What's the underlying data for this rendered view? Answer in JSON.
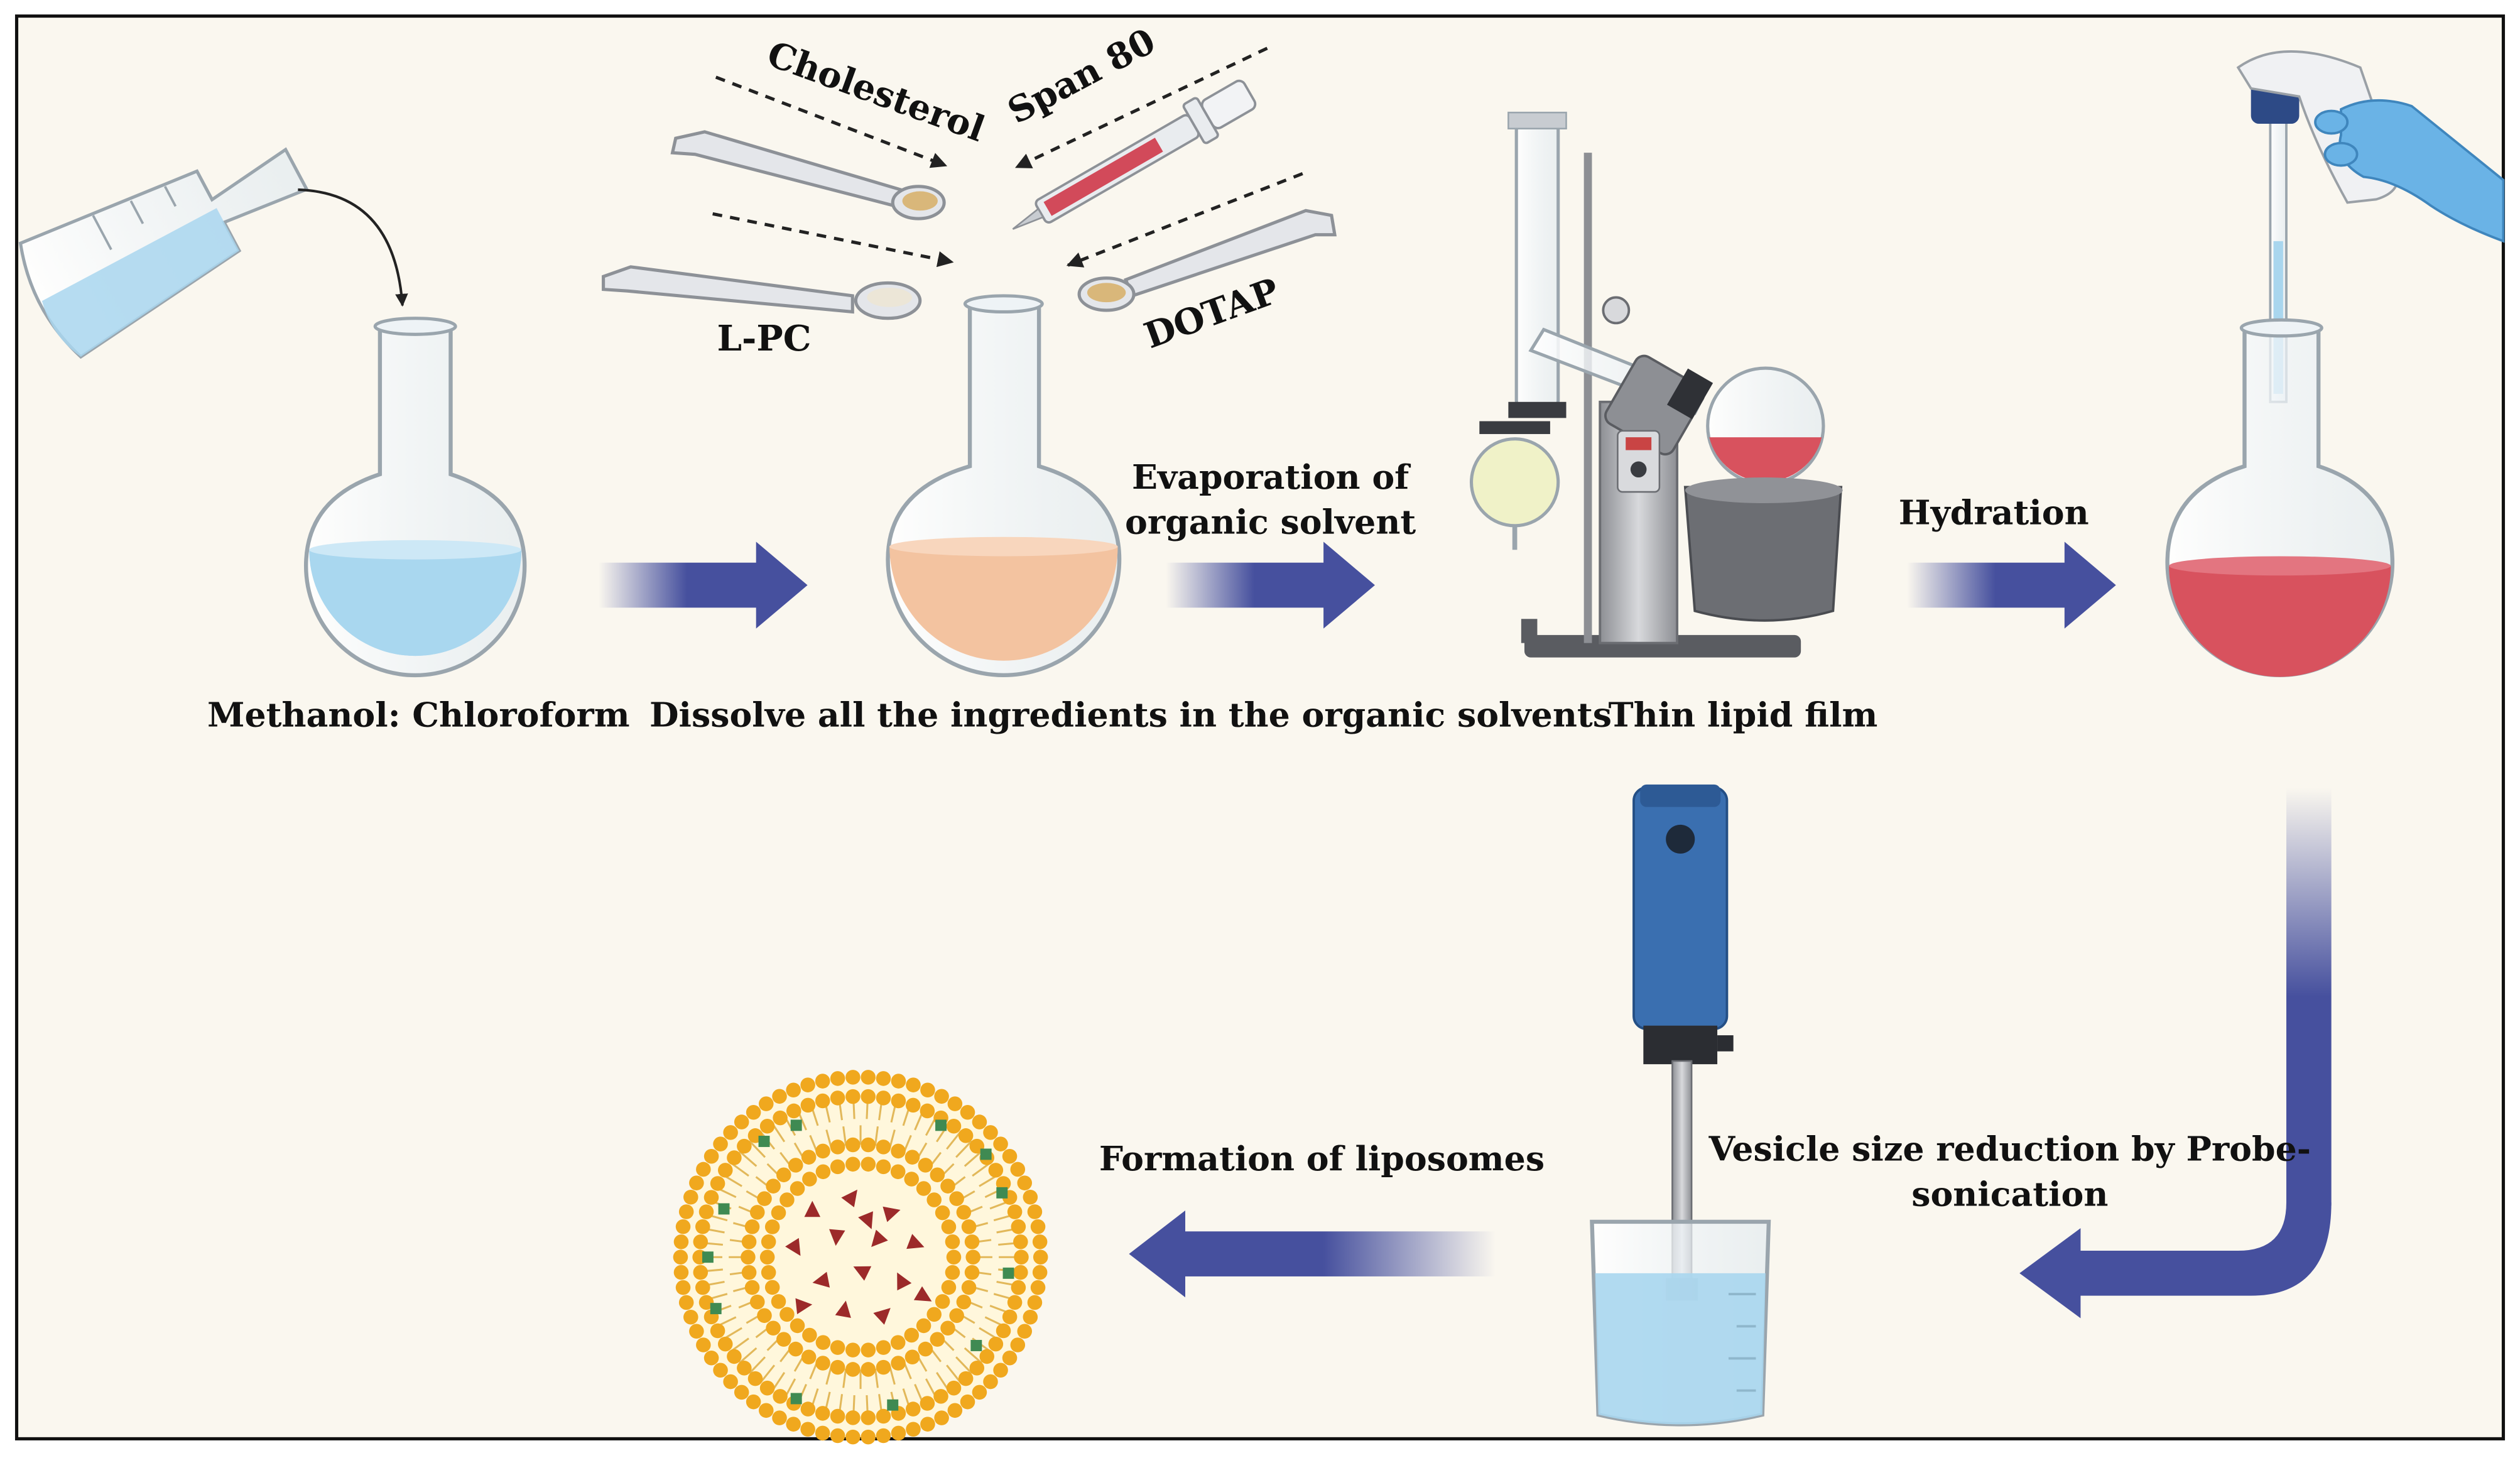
{
  "colors": {
    "background": "#faf7ef",
    "border": "#111111",
    "arrow_blue": "#46509e",
    "solvent_blue": "#a9d6ee",
    "lipid_orange": "#f3c3a0",
    "hydration_red": "#d8525e",
    "liposome_orange": "#f0a81e",
    "payload_red": "#9c2a2a",
    "payload_green": "#3f8a52"
  },
  "ingredients": {
    "cholesterol": "Cholesterol",
    "span80": "Span 80",
    "lpc": "L-PC",
    "dotap": "DOTAP"
  },
  "steps": {
    "methanol": "Methanol: Chloroform",
    "dissolve": "Dissolve all the ingredients in the organic solvents",
    "evaporation_line1": "Evaporation of",
    "evaporation_line2": "organic solvent",
    "thin_film": "Thin lipid film",
    "hydration": "Hydration",
    "sonication_line1": "Vesicle size reduction by Probe-",
    "sonication_line2": "sonication",
    "formation": "Formation of liposomes"
  },
  "icons": [
    "pouring-flask-icon",
    "round-bottom-flask-icon",
    "spatula-icon",
    "syringe-icon",
    "rotary-evaporator-icon",
    "pipette-controller-icon",
    "gloved-hand-icon",
    "probe-sonicator-icon",
    "beaker-icon",
    "liposome-icon"
  ]
}
